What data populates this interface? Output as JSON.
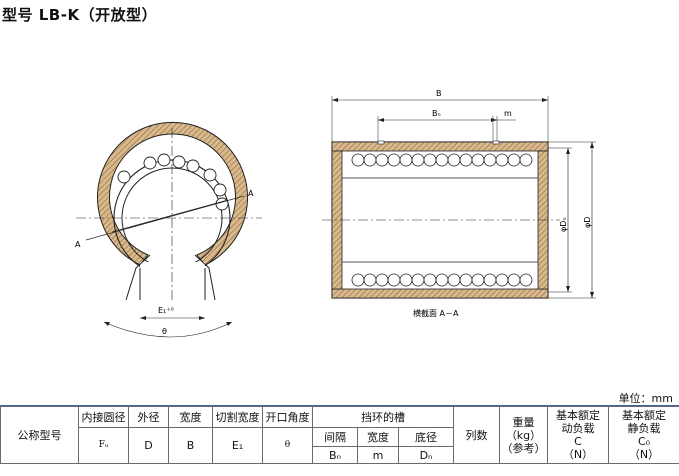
{
  "title": "型号 LB-K（开放型）",
  "drawing": {
    "label_B": "B",
    "label_Bn": "Bₙ",
    "label_m": "m",
    "label_A_right": "A",
    "label_A_left": "A",
    "label_E": "E₁⁺⁰",
    "label_theta": "θ",
    "label_Dn": "φDₙ",
    "label_D": "φD",
    "section_caption": "横截面 A－A"
  },
  "unit": "单位：mm",
  "table": {
    "col_model": "公称型号",
    "col_inner_label": "内接圆径",
    "col_inner_sym": "Fᵤ",
    "col_outer_label": "外径",
    "col_outer_sym": "D",
    "col_width_label": "宽度",
    "col_width_sym": "B",
    "col_cut_label": "切割宽度",
    "col_cut_sym": "E₁",
    "col_angle_label": "开口角度",
    "col_angle_sym": "θ",
    "col_groove_label": "挡环的槽",
    "sub_interval_label": "间隔",
    "sub_interval_sym": "Bₙ",
    "sub_width_label": "宽度",
    "sub_width_sym": "m",
    "sub_bottom_label": "底径",
    "sub_bottom_sym": "Dₙ",
    "col_rows": "列数",
    "col_weight_label": "重量",
    "col_weight_unit": "（kg）",
    "col_weight_ref": "（参考）",
    "col_dyn_label1": "基本额定",
    "col_dyn_label2": "动负载",
    "col_dyn_sym": "C",
    "col_dyn_unit": "（N）",
    "col_sta_label1": "基本额定",
    "col_sta_label2": "静负载",
    "col_sta_sym": "C₀",
    "col_sta_unit": "（N）"
  }
}
